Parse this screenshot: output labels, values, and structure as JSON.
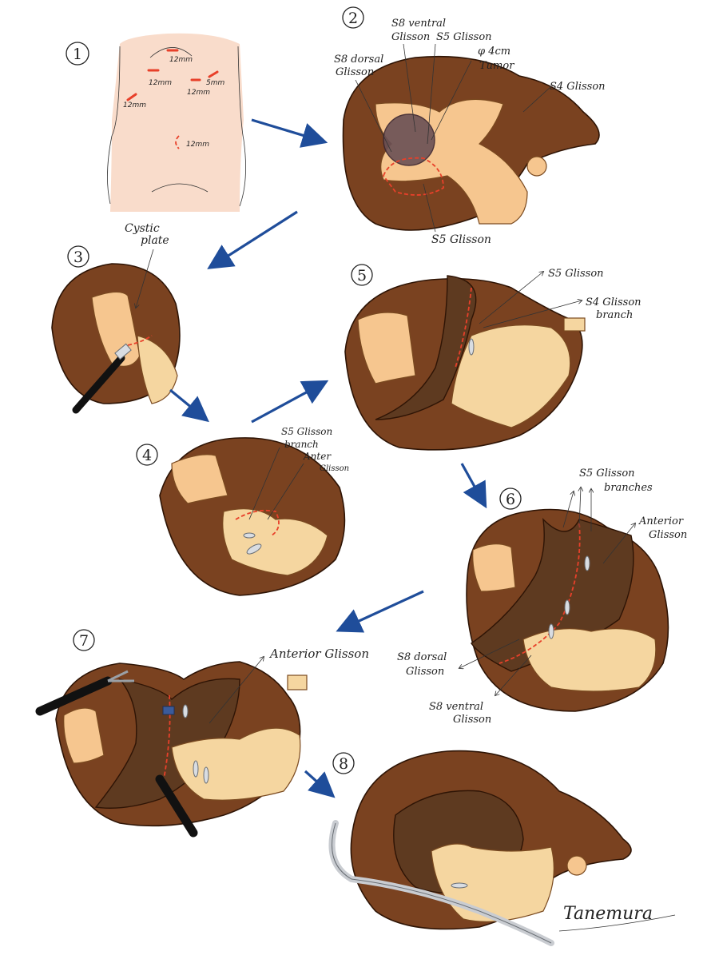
{
  "steps": [
    {
      "number": "1",
      "labels": [
        "12mm",
        "12mm",
        "5mm",
        "12mm",
        "12mm",
        "12mm"
      ]
    },
    {
      "number": "2",
      "labels": [
        "S8 dorsal",
        "Glisson",
        "S8 ventral",
        "Glisson",
        "S5 Glisson",
        "φ 4cm",
        "Tumor",
        "S4 Glisson",
        "S5 Glisson"
      ]
    },
    {
      "number": "3",
      "labels": [
        "Cystic",
        "plate"
      ]
    },
    {
      "number": "4",
      "labels": [
        "S5 Glisson",
        "branch",
        "Anter",
        "Glisson"
      ]
    },
    {
      "number": "5",
      "labels": [
        "S5 Glisson",
        "S4 Glisson",
        "branch"
      ]
    },
    {
      "number": "6",
      "labels": [
        "S5 Glisson",
        "branches",
        "Anterior",
        "Glisson",
        "S8 dorsal",
        "Glisson",
        "S8 ventral",
        "Glisson"
      ]
    },
    {
      "number": "7",
      "labels": [
        "Anterior Glisson"
      ]
    },
    {
      "number": "8",
      "labels": []
    }
  ],
  "signature": "Tanemura",
  "colors": {
    "liver": "#7a4220",
    "hilum": "#f6c68f",
    "resection_line": "#e8402a",
    "flow_arrow": "#1f4d9a"
  }
}
